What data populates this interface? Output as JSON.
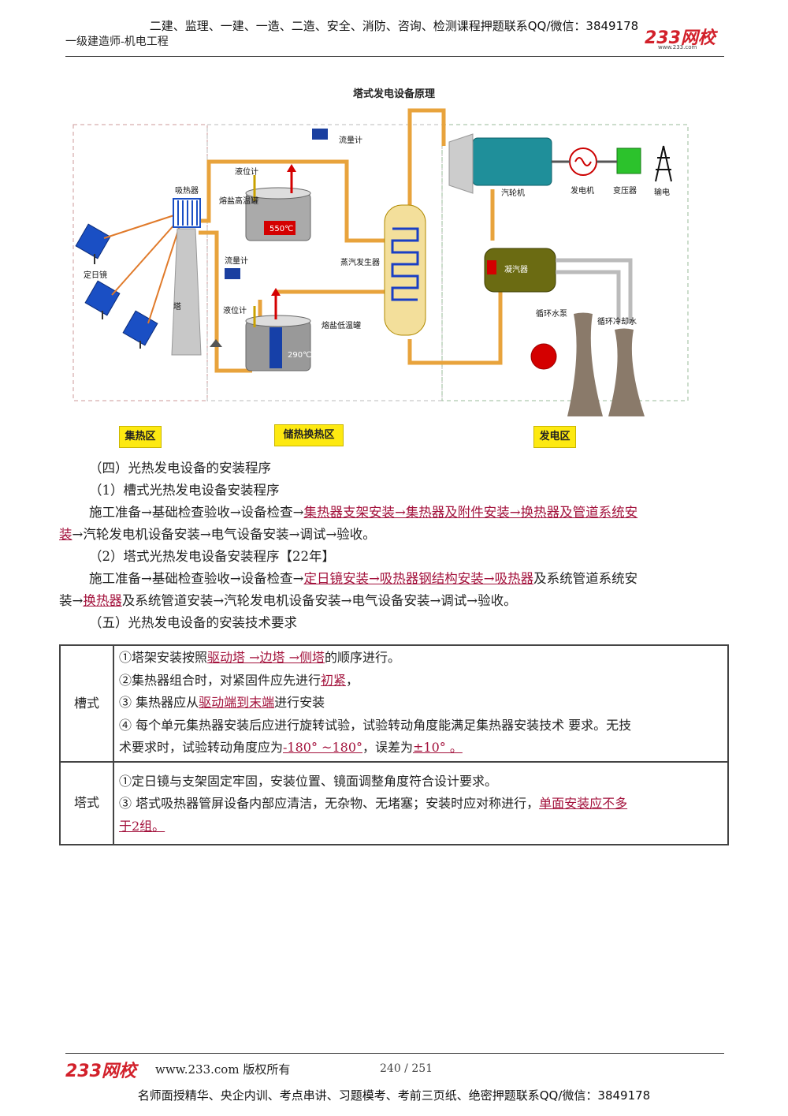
{
  "header": {
    "banner": "二建、监理、一建、一造、二造、安全、消防、咨询、检测课程押题联系QQ/微信：3849178",
    "subtitle": "一级建造师-机电工程",
    "logo": "233网校",
    "logo_url": "www.233.com"
  },
  "diagram": {
    "title": "塔式发电设备原理",
    "labels": {
      "heliostat": "定日镜",
      "receiver": "吸热器",
      "tower": "塔",
      "flowmeter_top": "流量计",
      "level_top": "液位计",
      "hot_tank": "熔盐高温罐",
      "hot_temp": "550℃",
      "flowmeter_bottom": "流量计",
      "level_bottom": "液位计",
      "cold_tank": "熔盐低温罐",
      "cold_temp": "290℃",
      "steam_gen": "蒸汽发生器",
      "turbine": "汽轮机",
      "generator": "发电机",
      "transformer": "变压器",
      "transmission": "输电",
      "condenser": "凝汽器",
      "pump": "循环水泵",
      "cooling": "循环冷却水"
    },
    "zones": [
      "集热区",
      "储热换热区",
      "发电区"
    ]
  },
  "content": {
    "s4": "（四）光热发电设备的安装程序",
    "s4_1": "（1）槽式光热发电设备安装程序",
    "trough_a": "施工准备→基础检查验收→设备检查→",
    "trough_u1": "集热器支架安装→集热器及附件安装→换热器及管道系统安",
    "trough_u2": "装",
    "trough_b": "→汽轮发电机设备安装→电气设备安装→调试→验收。",
    "s4_2": "（2）塔式光热发电设备安装程序【22年】",
    "tower_a": "施工准备→基础检查验收→设备检查→",
    "tower_u1": "定日镜安装→吸热器钢结构安装→吸热器",
    "tower_b": "及系统管道系统安",
    "tower_c": "装→",
    "tower_u2": "换热器",
    "tower_d": "及系统管道安装→汽轮发电机设备安装→电气设备安装→调试→验收。",
    "s5": "（五）光热发电设备的安装技术要求"
  },
  "table": {
    "trough": {
      "key": "槽式",
      "l1a": "①塔架安装按照",
      "l1u": "驱动塔 →边塔 →侧塔",
      "l1b": "的顺序进行。",
      "l2a": "②集热器组合时，对紧固件应先进行",
      "l2u": "初紧",
      "l2b": "，",
      "l3a": "③ 集热器应从",
      "l3u": "驱动端到末端",
      "l3b": "进行安装",
      "l4": "④ 每个单元集热器安装后应进行旋转试验，试验转动角度能满足集热器安装技术 要求。无技",
      "l5a": "术要求时，试验转动角度应为",
      "l5u": "-180° ~180°",
      "l5b": "，误差为",
      "l5u2": "±10° 。"
    },
    "tower": {
      "key": "塔式",
      "l1": "①定日镜与支架固定牢固，安装位置、镜面调整角度符合设计要求。",
      "l2a": "③ 塔式吸热器管屏设备内部应清洁，无杂物、无堵塞；安装时应对称进行，",
      "l2u": "单面安装应不多",
      "l3u": "于2组。"
    }
  },
  "footer": {
    "logo": "233网校",
    "copyright": "www.233.com 版权所有",
    "page": "240 / 251",
    "banner": "名师面授精华、央企内训、考点串讲、习题模考、考前三页纸、绝密押题联系QQ/微信：3849178"
  },
  "colors": {
    "accent": "#a3123c",
    "pipe": "#e8a33c",
    "zone": "#fde911",
    "brand": "#d2202a"
  }
}
